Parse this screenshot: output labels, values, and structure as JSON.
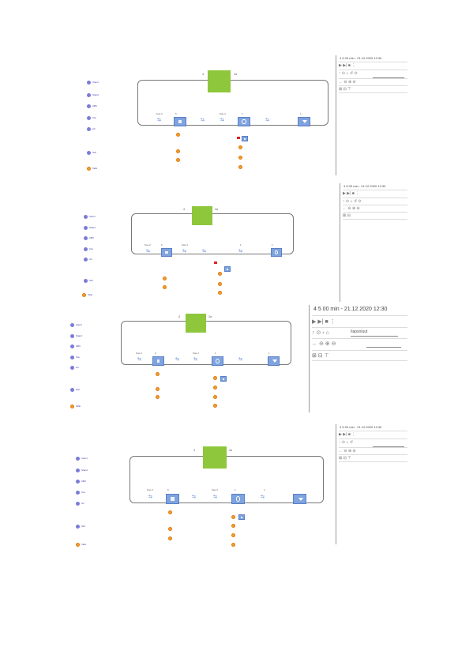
{
  "panels": [
    {
      "top_label": "4",
      "gate_label": "2a",
      "station_labels": [
        "Kuo 2",
        "6",
        "Kas 4",
        "1",
        "1"
      ],
      "left_items": [
        "Client",
        "Stand",
        "ABC",
        "Cla",
        "Arr",
        "Sch"
      ],
      "left_last": "Tallo",
      "sidebar": {
        "title": "4 5 00 min - 21.12.2020 12:30",
        "select_value": ""
      }
    },
    {
      "top_label": "4",
      "gate_label": "2a",
      "station_labels": [
        "Kuo 2",
        "6",
        "Kas 4",
        "1",
        "1"
      ],
      "left_items": [
        "Client",
        "Stand",
        "ABC",
        "Cla",
        "Arr",
        "Sch"
      ],
      "left_last": "Tallo",
      "sidebar": {
        "title": "4 5 00 min - 21.12.2020 12:30",
        "select_value": ""
      }
    },
    {
      "top_label": "4",
      "gate_label": "2a",
      "station_labels": [
        "Kuo 2",
        "6",
        "Kas 4",
        "1",
        "1"
      ],
      "left_items": [
        "Client",
        "Stand",
        "ABC",
        "Cla",
        "Arr",
        "Sch"
      ],
      "left_last": "Tallo",
      "sidebar": {
        "title": "4 5 00 min - 21.12.2020 12:30",
        "select_value": "Ilapsoluut"
      }
    },
    {
      "top_label": "4",
      "gate_label": "2a",
      "station_labels": [
        "Kuo 2",
        "6",
        "Kas 4",
        "1",
        "1"
      ],
      "left_items": [
        "Client",
        "Stand",
        "ABC",
        "Cla",
        "Arr",
        "Sch"
      ],
      "left_last": "Tallo",
      "sidebar": {
        "title": "4 5 00 min - 21.12.2020 12:30",
        "select_value": ""
      }
    }
  ]
}
